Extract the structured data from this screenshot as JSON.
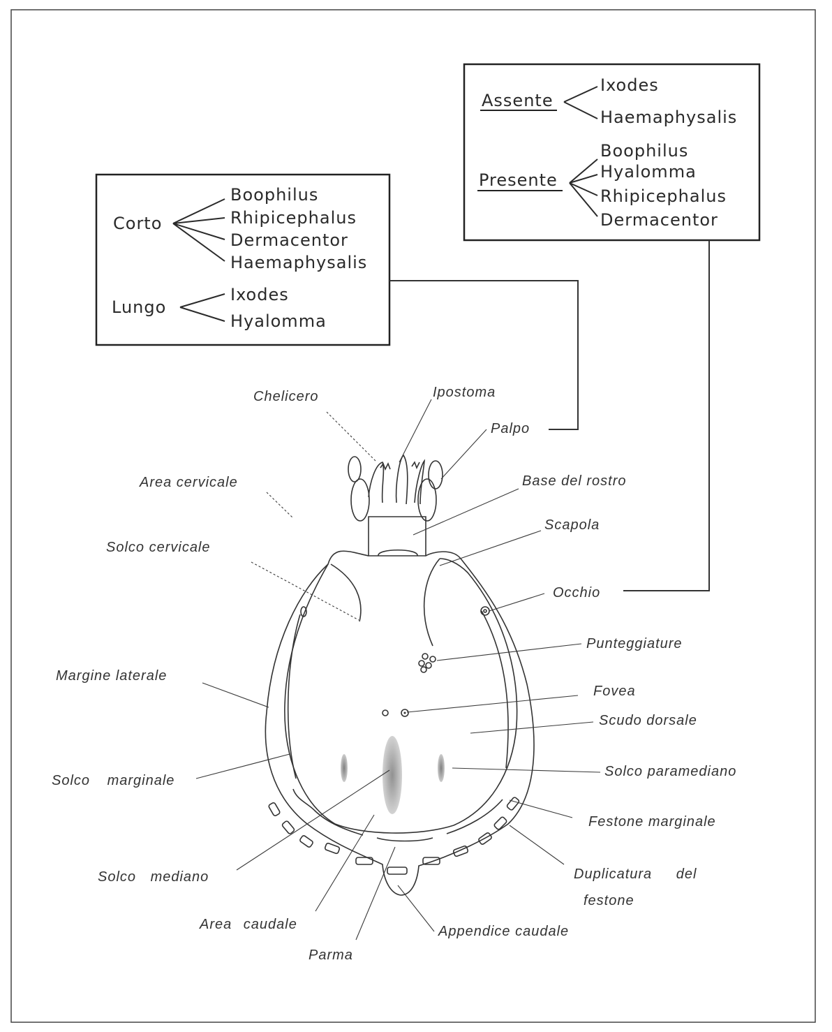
{
  "box_left": {
    "corto": {
      "label": "Corto",
      "items": [
        "Boophilus",
        "Rhipicephalus",
        "Dermacentor",
        "Haemaphysalis"
      ]
    },
    "lungo": {
      "label": "Lungo",
      "items": [
        "Ixodes",
        "Hyalomma"
      ]
    }
  },
  "box_right": {
    "assente": {
      "label": "Assente",
      "items": [
        "Ixodes",
        "Haemaphysalis"
      ]
    },
    "presente": {
      "label": "Presente",
      "items": [
        "Boophilus",
        "Hyalomma",
        "Rhipicephalus",
        "Dermacentor"
      ]
    }
  },
  "labels": {
    "chelicero": "Chelicero",
    "ipostoma": "Ipostoma",
    "palpo": "Palpo",
    "area_cervicale": "Area cervicale",
    "base_del_rostro": "Base del rostro",
    "scapola": "Scapola",
    "solco_cervicale": "Solco cervicale",
    "occhio": "Occhio",
    "punteggiature": "Punteggiature",
    "margine_laterale": "Margine laterale",
    "fovea": "Fovea",
    "scudo_dorsale": "Scudo dorsale",
    "solco_marginale": "Solco marginale",
    "solco_paramediano": "Solco paramediano",
    "festone_marginale": "Festone marginale",
    "solco_mediano": "Solco mediano",
    "duplicatura_line1": "Duplicatura del",
    "duplicatura_line2": "festone",
    "area_caudale": "Area caudale",
    "appendice_caudale": "Appendice caudale",
    "parma": "Parma"
  }
}
